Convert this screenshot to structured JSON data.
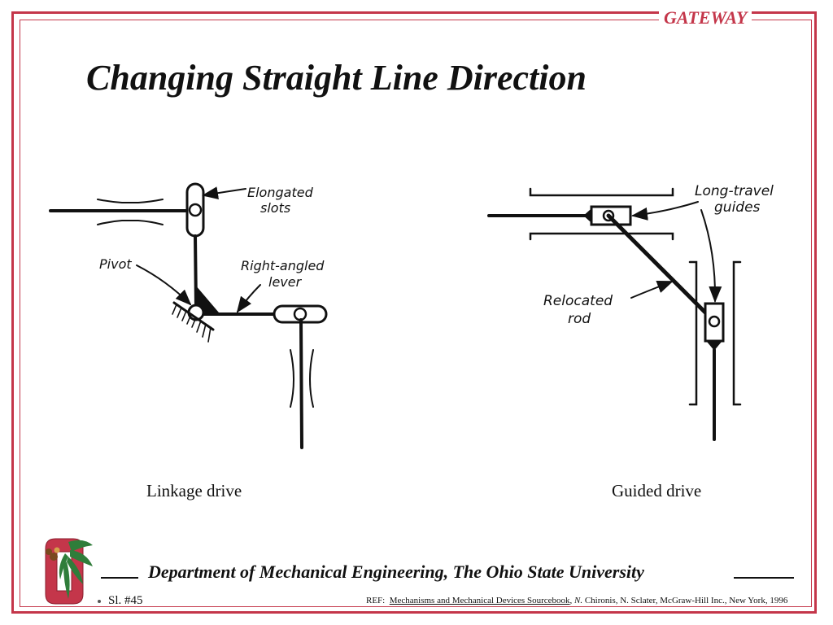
{
  "header": {
    "brand": "GATEWAY"
  },
  "slide": {
    "title": "Changing Straight Line Direction"
  },
  "left_diagram": {
    "caption": "Linkage drive",
    "labels": {
      "elongated_1": "Elongated",
      "elongated_2": "slots",
      "pivot": "Pivot",
      "right_angled_1": "Right-angled",
      "right_angled_2": "lever"
    }
  },
  "right_diagram": {
    "caption": "Guided drive",
    "labels": {
      "long_travel_1": "Long-travel",
      "long_travel_2": "guides",
      "relocated_1": "Relocated",
      "relocated_2": "rod"
    }
  },
  "footer": {
    "department": "Department of Mechanical Engineering, The Ohio State University",
    "slide_number": "Sl. #45",
    "ref_prefix": "REF:",
    "ref_book": "Mechanisms and Mechanical Devices Sourcebook",
    "ref_initial": "N.",
    "ref_rest": "Chironis, N. Sclater, McGraw-Hill Inc., New York, 1996"
  },
  "colors": {
    "accent": "#c4364a",
    "ink": "#111111",
    "logo_green": "#2f7d3a"
  }
}
